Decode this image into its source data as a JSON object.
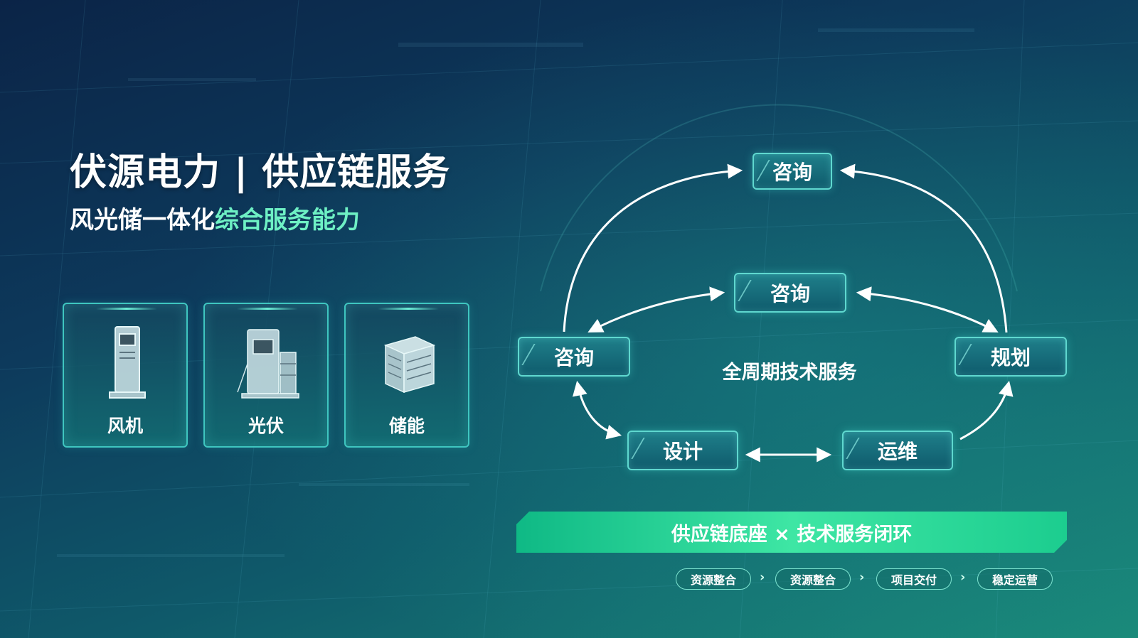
{
  "header": {
    "title": "伏源电力 | 供应链服务",
    "subtitle_part1": "风光储一体化",
    "subtitle_part2": "综合服务能力"
  },
  "products": [
    {
      "label": "风机",
      "icon": "charging-cabinet-icon"
    },
    {
      "label": "光伏",
      "icon": "inverter-station-icon"
    },
    {
      "label": "储能",
      "icon": "battery-module-icon"
    }
  ],
  "cycle": {
    "center_label": "全周期技术服务",
    "nodes": {
      "top": "咨询",
      "middle": "咨询",
      "left": "咨询",
      "right": "规划",
      "bottom_left": "设计",
      "bottom_right": "运维"
    }
  },
  "banner": {
    "label": "供应链底座 × 技术服务闭环"
  },
  "steps": [
    "资源整合",
    "资源整合",
    "项目交付",
    "稳定运营"
  ],
  "colors": {
    "accent": "#6ef0c4",
    "node_border": "#5fd8cf",
    "banner": "#3ee6a4"
  }
}
